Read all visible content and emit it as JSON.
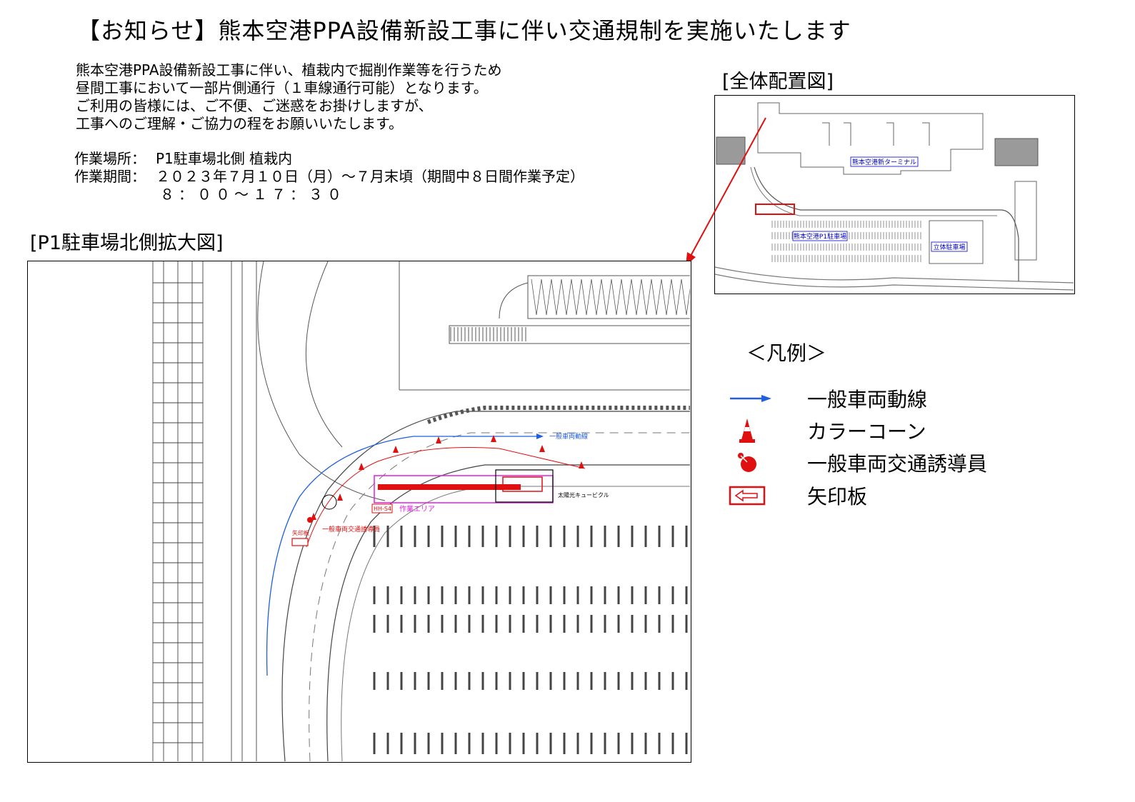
{
  "title": "【お知らせ】熊本空港PPA設備新設工事に伴い交通規制を実施いたします",
  "notice": {
    "lines": [
      "熊本空港PPA設備新設工事に伴い、植栽内で掘削作業等を行うため",
      "昼間工事において一部片側通行（１車線通行可能）となります。",
      "ご利用の皆様には、ご不便、ご迷惑をお掛けしますが、",
      "工事へのご理解・ご協力の程をお願いいたします。"
    ]
  },
  "work_info": {
    "location_label": "作業場所：",
    "location_value": "P1駐車場北側 植栽内",
    "period_label": "作業期間：",
    "period_value": "２０２３年７月１０日（月）～７月末頃（期間中８日間作業予定）",
    "time_value": "８：００～１７：３０"
  },
  "overall_map": {
    "title": "[全体配置図]",
    "labels": {
      "terminal": "熊本空港新ターミナル",
      "p1_parking": "熊本空港P1駐車場",
      "multistory_parking": "立体駐車場"
    }
  },
  "detail_map": {
    "title": "[P1駐車場北側拡大図]",
    "labels": {
      "vehicle_route": "一般車両動線",
      "work_area": "作業エリア",
      "traffic_guide": "一般車両交通誘導員",
      "arrow_board": "矢印板",
      "hhs4": "HH-S4",
      "cubicle": "太陽光キュービクル"
    }
  },
  "legend": {
    "title": "＜凡例＞",
    "items": [
      {
        "icon": "blue-arrow-icon",
        "label": "一般車両動線"
      },
      {
        "icon": "traffic-cone-icon",
        "label": "カラーコーン"
      },
      {
        "icon": "traffic-guide-icon",
        "label": "一般車両交通誘導員"
      },
      {
        "icon": "arrow-board-icon",
        "label": "矢印板"
      }
    ]
  },
  "colors": {
    "route_blue": "#1f5fe0",
    "cone_red": "#e01010",
    "work_area_magenta": "#e020e0",
    "label_blue": "#0000cc"
  }
}
